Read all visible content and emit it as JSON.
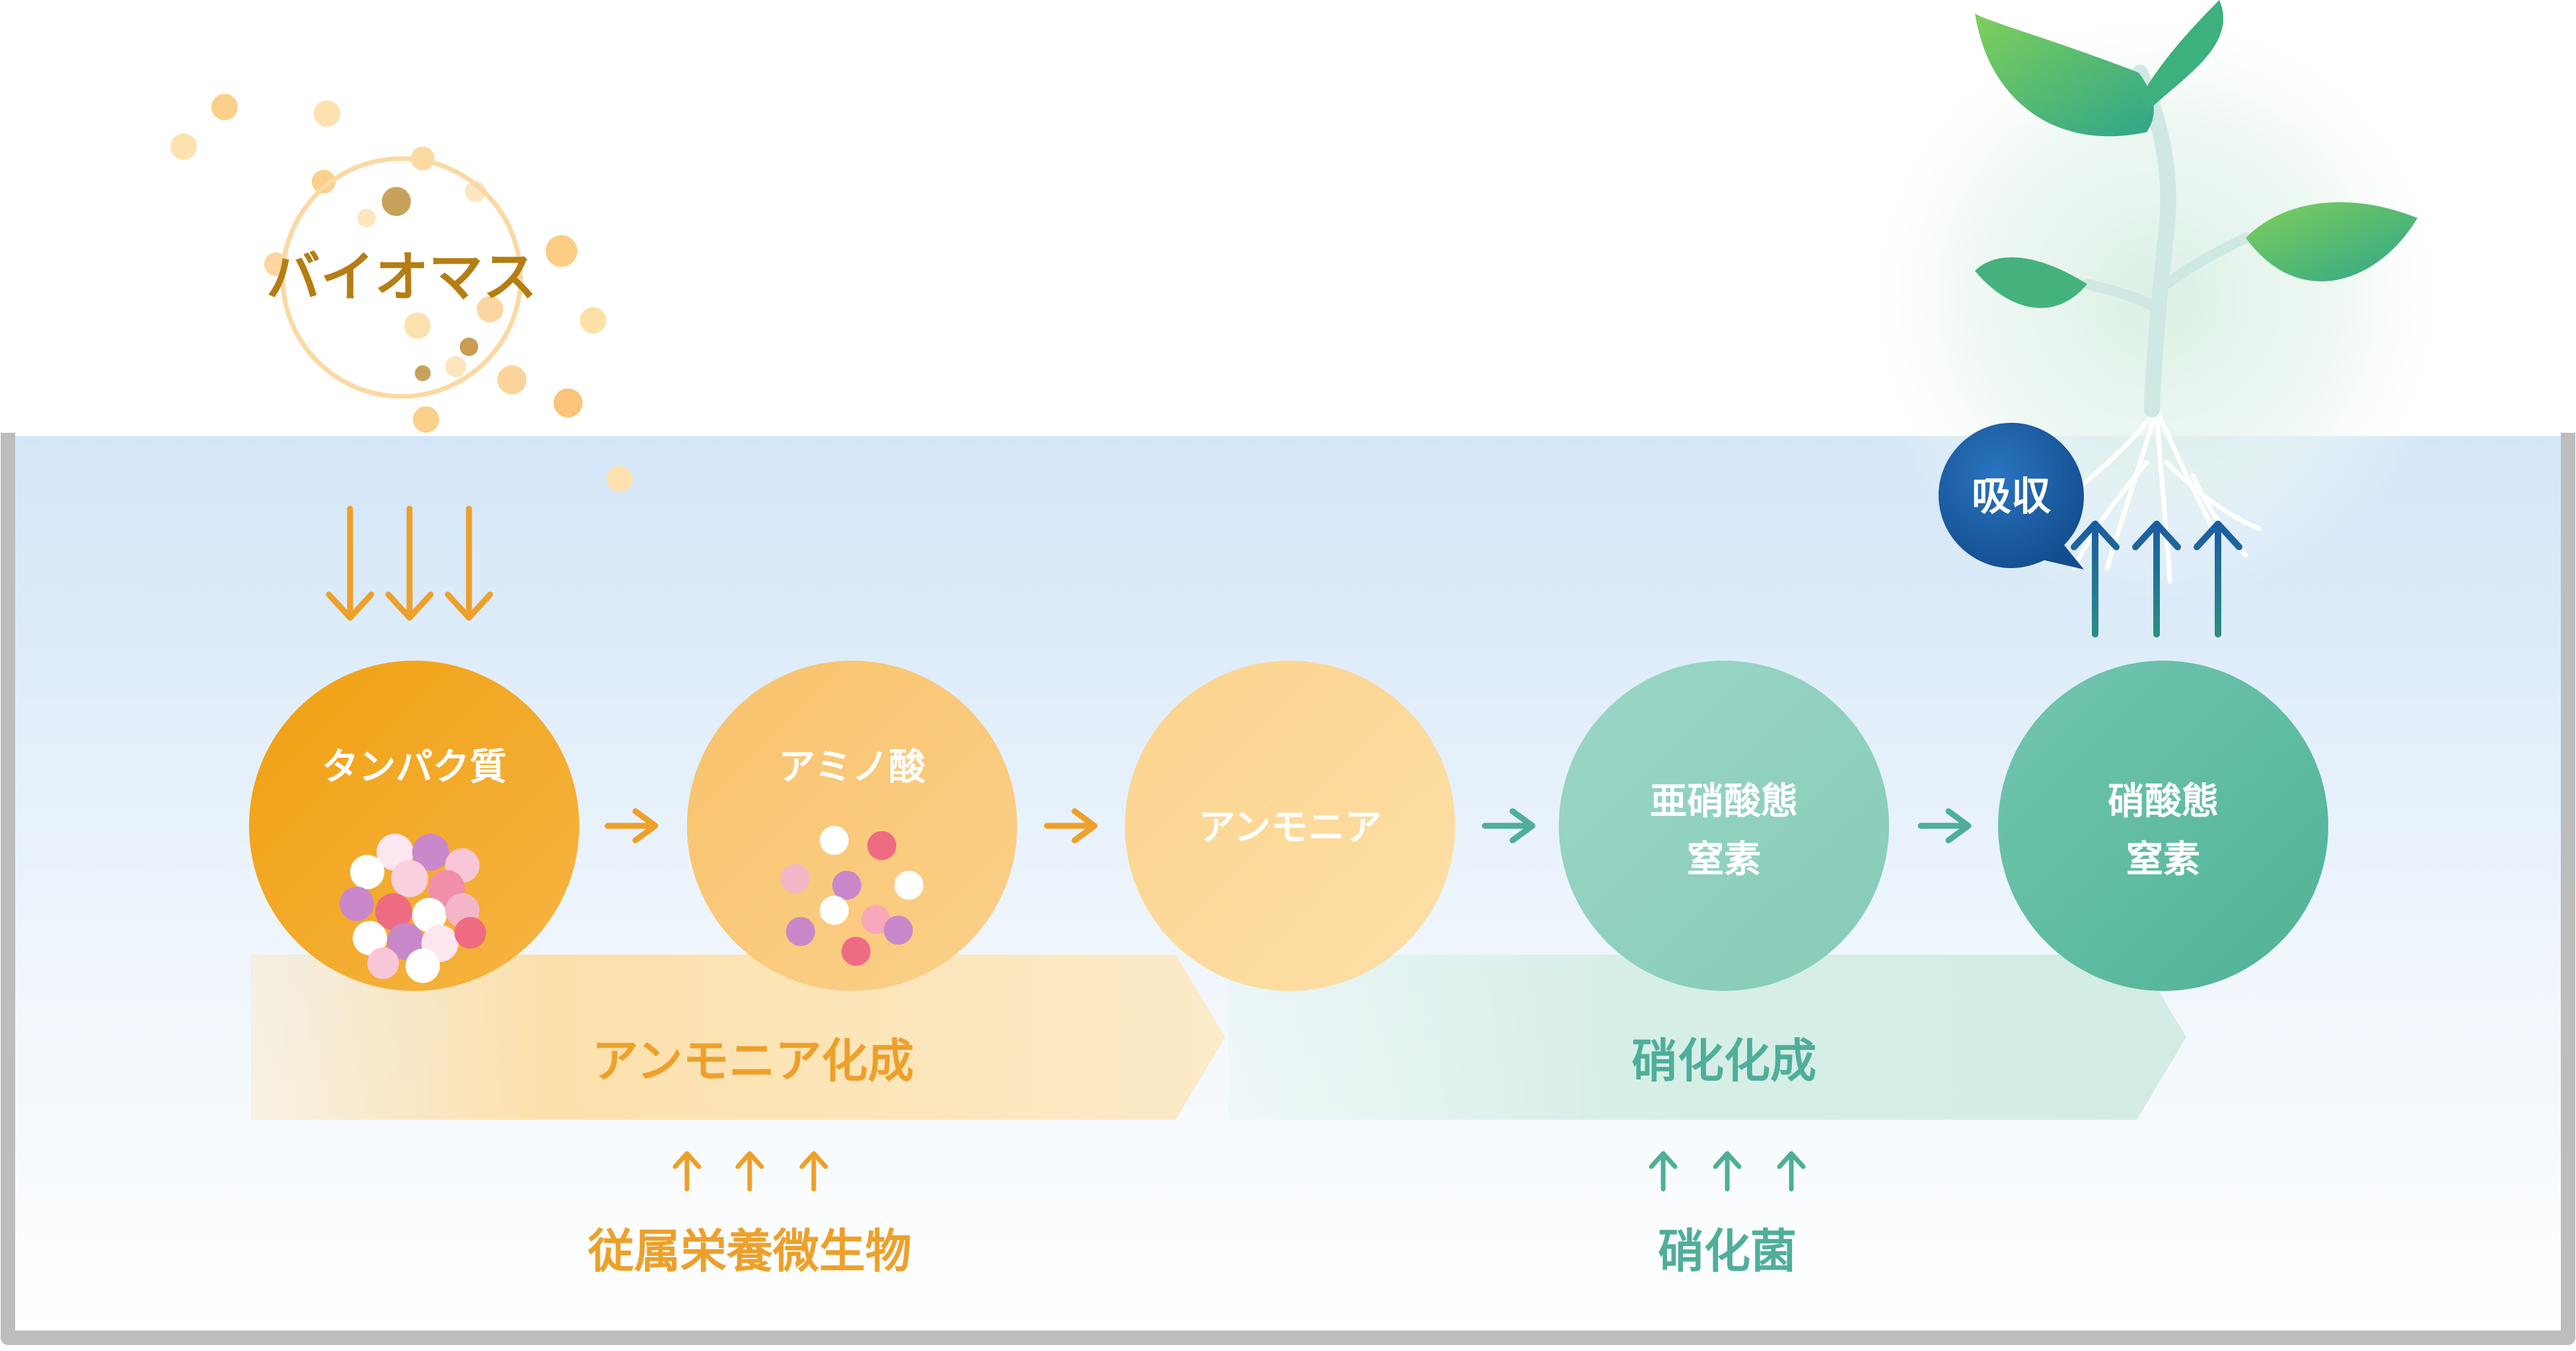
{
  "diagram": {
    "source": {
      "label": "バイオマス"
    },
    "nodes": [
      {
        "id": "protein",
        "label_lines": [
          "タンパク質"
        ]
      },
      {
        "id": "amino-acid",
        "label_lines": [
          "アミノ酸"
        ]
      },
      {
        "id": "ammonia",
        "label_lines": [
          "アンモニア"
        ]
      },
      {
        "id": "nitrite",
        "label_lines": [
          "亜硝酸態",
          "窒素"
        ]
      },
      {
        "id": "nitrate",
        "label_lines": [
          "硝酸態",
          "窒素"
        ]
      }
    ],
    "processes": [
      {
        "label": "アンモニア化成",
        "color": "#eda02a",
        "microbe": "従属栄養微生物"
      },
      {
        "label": "硝化化成",
        "color": "#4fae9a",
        "microbe": "硝化菌"
      }
    ],
    "absorb": {
      "label": "吸収"
    },
    "colors": {
      "orange_dark": "#ef9f10",
      "orange_mid": "#f7c06a",
      "orange_light": "#fcd794",
      "teal_light": "#8fd1c0",
      "teal_dark": "#55b89c",
      "water_top": "#d6e8f8",
      "vessel": "#bdbdbd",
      "arrow_orange": "#eda02a",
      "arrow_teal": "#4fae9a",
      "arrow_blue": "#1a5fa6",
      "absorb_bubble": "#1a5ca3",
      "leaf": "#5dbd7a",
      "biomass_text": "#b57d12"
    }
  }
}
